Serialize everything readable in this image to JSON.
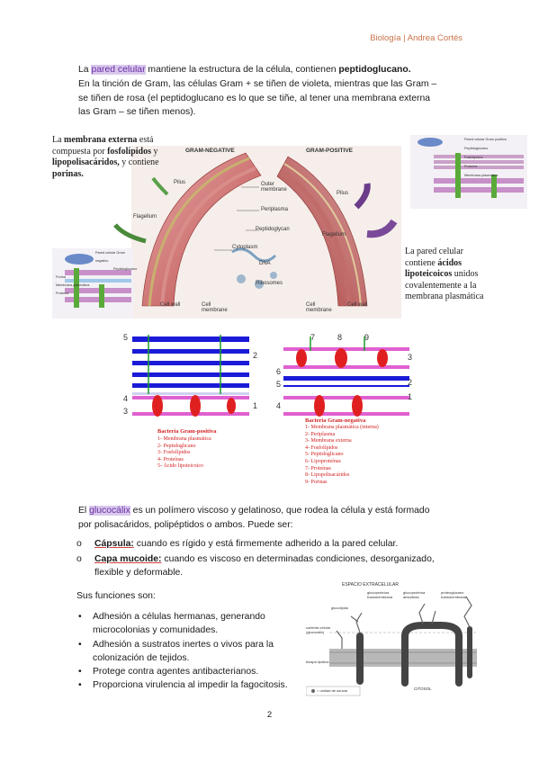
{
  "header": {
    "title": "Biología | Andrea Cortés"
  },
  "intro": {
    "w1": "La ",
    "term": "pared celular",
    "w2": " mantiene la estructura de la célula, contienen ",
    "peptido": "peptidoglucano.",
    "line2": "En la tinción de Gram, las células Gram + se tiñen de violeta, mientras que las Gram –",
    "line3": "se tiñen de rosa (el peptidoglucano es lo que se tiñe, al tener una membrana externa",
    "line4": "las Gram – se tiñen menos)."
  },
  "figure1": {
    "left_note": {
      "a": "La ",
      "b": "membrana externa",
      "c": " está",
      "d": "compuesta por ",
      "e": "fosfolípidos",
      "f": " y",
      "g": "lipopolisacáridos,",
      "h": " y contiene",
      "i": "porinas."
    },
    "right_note": {
      "a": "La pared celular",
      "b": "contiene ",
      "c": "ácidos",
      "d": "lipoteicoicos",
      "e": " unidos",
      "f": "covalentemente a la",
      "g": "membrana plasmática"
    },
    "gram_negative": "GRAM-NEGATIVE",
    "gram_positive": "GRAM-POSITIVE",
    "labels": {
      "pilus_l": "Pilus",
      "pilus_r": "Pilus",
      "flagellum_l": "Flagellum",
      "flagellum_r": "Flagellum",
      "outer_membrane": "Outer membrane",
      "periplasm": "Periplasma",
      "peptidoglycan": "Peptidoglycan",
      "cytoplasm": "Cytoplasm",
      "dna": "DNA",
      "ribosomes": "Ribosomes",
      "cell_wall_l": "Cell wall",
      "cell_membrane_l": "Cell membrane",
      "cell_membrane_r": "Cell membrane",
      "cell_wall_r": "Cell wall"
    },
    "mini_left": [
      "Pared celular Gram negativo",
      "Peptidoglucano",
      "Porina",
      "Membrana plasmática",
      "Proteína"
    ],
    "mini_right": [
      "Pared celular Gram positivo",
      "Peptidoglucano",
      "Fosfolípidos",
      "Proteína",
      "Membrana plasmática"
    ]
  },
  "figure2": {
    "pos_numbers": [
      "5",
      "2",
      "4",
      "3",
      "1"
    ],
    "neg_numbers": [
      "7",
      "8",
      "9",
      "3",
      "6",
      "5",
      "2",
      "1",
      "4"
    ],
    "pos_title": "Bacteria Gram-positiva",
    "pos_items": [
      "1- Membrana plasmática",
      "2- Peptidoglicano",
      "3- Fosfolípidos",
      "4- Proteínas",
      "5- Ácido lipoteicoico"
    ],
    "neg_title": "Bacteria Gram-negativa",
    "neg_items": [
      "1- Membrana plasmática (interna)",
      "2- Periplasma",
      "3- Membrana externa",
      "4- Fosfolípidos",
      "5- Peptidoglicano",
      "6- Lipoproteínas",
      "7- Proteínas",
      "8- Lipopolisacáridos",
      "9- Porinas"
    ]
  },
  "glucocalix": {
    "w1": "El ",
    "term": "glucocálix",
    "w2": " es un polímero viscoso y gelatinoso, que rodea la célula y está formado",
    "line2": "por polisacáridos, polipéptidos o ambos. Puede ser:",
    "items": [
      {
        "term": "Cápsula:",
        "text": " cuando es rígido y está firmemente adherido a la pared celular."
      },
      {
        "term": "Capa mucoide:",
        "text": " cuando es viscoso en determinadas condiciones, desorganizado,",
        "text2": "flexible y deformable."
      }
    ]
  },
  "functions": {
    "title": "Sus funciones son:",
    "items": [
      [
        "Adhesión a células hermanas, generando",
        "microcolonias y comunidades."
      ],
      [
        "Adhesión a sustratos inertes o vivos para la",
        "colonización de tejidos."
      ],
      [
        "Protege contra agentes antibacterianos."
      ],
      [
        "Proporciona virulencia al impedir la fagocitosis."
      ]
    ]
  },
  "figure3": {
    "labels": {
      "space": "ESPACIO EXTRACELULAR",
      "gp_trans": "glucoproteína transmembrana",
      "gp_abs": "glucoproteína absorbida",
      "pg_trans": "proteoglucano transmembrana",
      "glucolipid": "glucolípido",
      "cubierta": "cubierta celular (glucocálix)",
      "bicapa": "bicapa lipídica",
      "citosol": "CITOSOL",
      "unidad": "= unidad de azúcar"
    }
  },
  "page": {
    "number": "2"
  }
}
